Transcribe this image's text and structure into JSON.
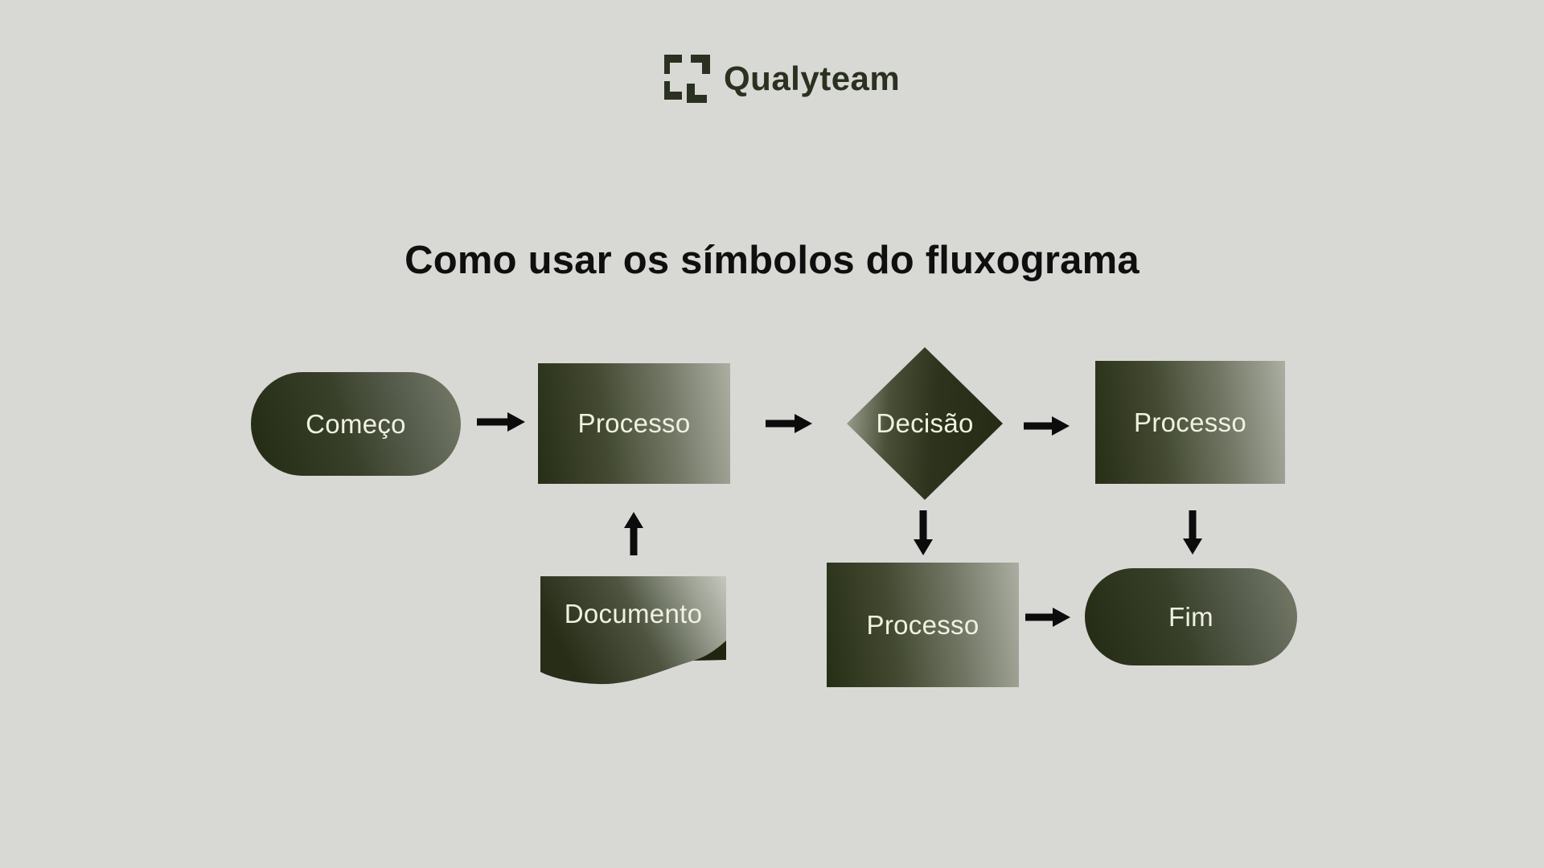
{
  "brand": {
    "name": "Qualyteam",
    "icon": "qualyteam-brackets-icon",
    "color": "#2b3120"
  },
  "title": "Como usar os símbolos do fluxograma",
  "palette": {
    "background": "#d8d9d5",
    "shape_dark_olive": "#242a14",
    "shape_light_gray_green": "#abaea1",
    "label_text": "#eef2e0",
    "title_text": "#0f0f0f",
    "arrow_black": "#0c0c0c"
  },
  "nodes": {
    "comeco": {
      "label": "Começo",
      "type": "terminator"
    },
    "processo1": {
      "label": "Processo",
      "type": "process"
    },
    "decisao": {
      "label": "Decisão",
      "type": "decision"
    },
    "processo2": {
      "label": "Processo",
      "type": "process"
    },
    "documento": {
      "label": "Documento",
      "type": "document"
    },
    "processo3": {
      "label": "Processo",
      "type": "process"
    },
    "fim": {
      "label": "Fim",
      "type": "terminator"
    }
  },
  "connections": [
    {
      "from": "comeco",
      "to": "processo1",
      "direction": "right"
    },
    {
      "from": "processo1",
      "to": "decisao",
      "direction": "right"
    },
    {
      "from": "decisao",
      "to": "processo2",
      "direction": "right"
    },
    {
      "from": "documento",
      "to": "processo1",
      "direction": "up"
    },
    {
      "from": "decisao",
      "to": "processo3",
      "direction": "down"
    },
    {
      "from": "processo3",
      "to": "fim",
      "direction": "right"
    },
    {
      "from": "processo2",
      "to": "fim",
      "direction": "down"
    }
  ]
}
